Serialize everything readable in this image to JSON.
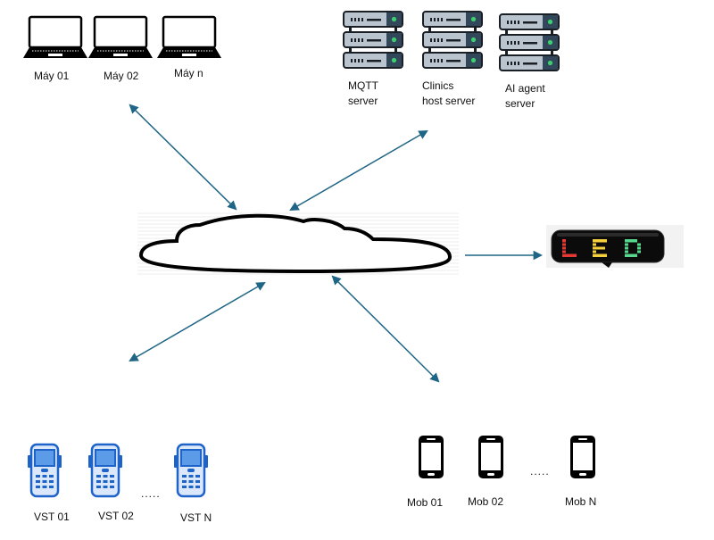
{
  "diagram": {
    "hub": {
      "name": "Cloud",
      "label": ""
    },
    "laptops": [
      {
        "label": "Máy 01"
      },
      {
        "label": "Máy 02"
      },
      {
        "label": "Máy n"
      }
    ],
    "servers": [
      {
        "label": "MQTT\nserver"
      },
      {
        "label": "Clinics\nhost server"
      },
      {
        "label": "AI agent\nserver"
      }
    ],
    "led_display": {
      "text": "LED",
      "colors": [
        "#e53935",
        "#f4d03f",
        "#58d68d"
      ]
    },
    "handheld_terminals": [
      {
        "label": "VST 01"
      },
      {
        "label": "VST 02"
      },
      {
        "label": "VST N"
      }
    ],
    "handheld_ellipsis": ".....",
    "mobiles": [
      {
        "label": "Mob 01"
      },
      {
        "label": "Mob 02"
      },
      {
        "label": "Mob N"
      }
    ],
    "mobile_ellipsis": ".....",
    "connections": [
      {
        "from": "laptops",
        "to": "cloud",
        "direction": "bidirectional"
      },
      {
        "from": "cloud",
        "to": "servers",
        "direction": "bidirectional"
      },
      {
        "from": "cloud",
        "to": "led_display",
        "direction": "one-way"
      },
      {
        "from": "handheld_terminals",
        "to": "cloud",
        "direction": "bidirectional"
      },
      {
        "from": "cloud",
        "to": "mobiles",
        "direction": "bidirectional"
      }
    ],
    "colors": {
      "arrow": "#1f6585",
      "server_body": "#b9c4ce",
      "server_panel": "#33475b",
      "server_led": "#3ccf6e",
      "terminal_blue": "#1e63c8",
      "terminal_screen": "#5b9be8"
    }
  }
}
